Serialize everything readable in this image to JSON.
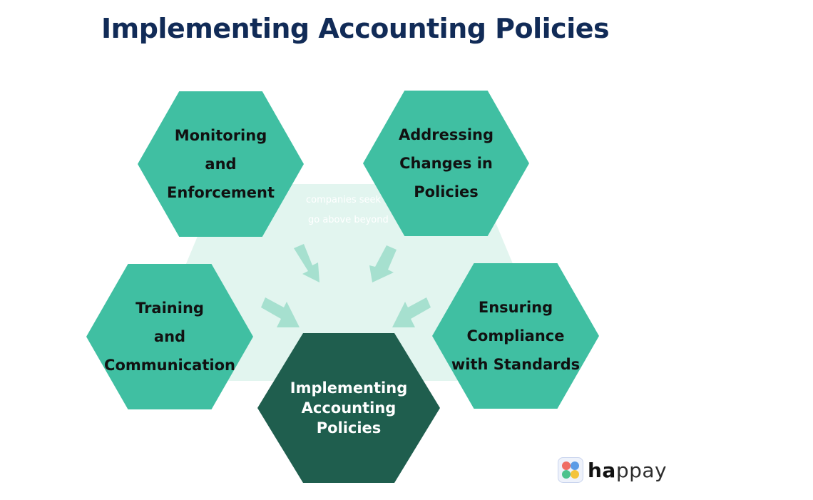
{
  "title": "Implementing Accounting Policies",
  "hexagons": {
    "monitoring": "Monitoring\nand\nEnforcement",
    "addressing": "Addressing\nChanges in\nPolicies",
    "training": "Training\nand\nCommunication",
    "ensuring": "Ensuring\nCompliance\nwith Standards",
    "center": "Implementing\nAccounting\nPolicies"
  },
  "background_text": {
    "line1": "companies seek",
    "line2": "go above beyond"
  },
  "logo": {
    "prefix": "ha",
    "suffix": "ppay"
  },
  "colors": {
    "hex_fill": "#40bfa2",
    "center_fill": "#1f5e4e",
    "backdrop": "#e2f5ef",
    "arrow": "#a6e0cf",
    "title": "#112b57"
  }
}
